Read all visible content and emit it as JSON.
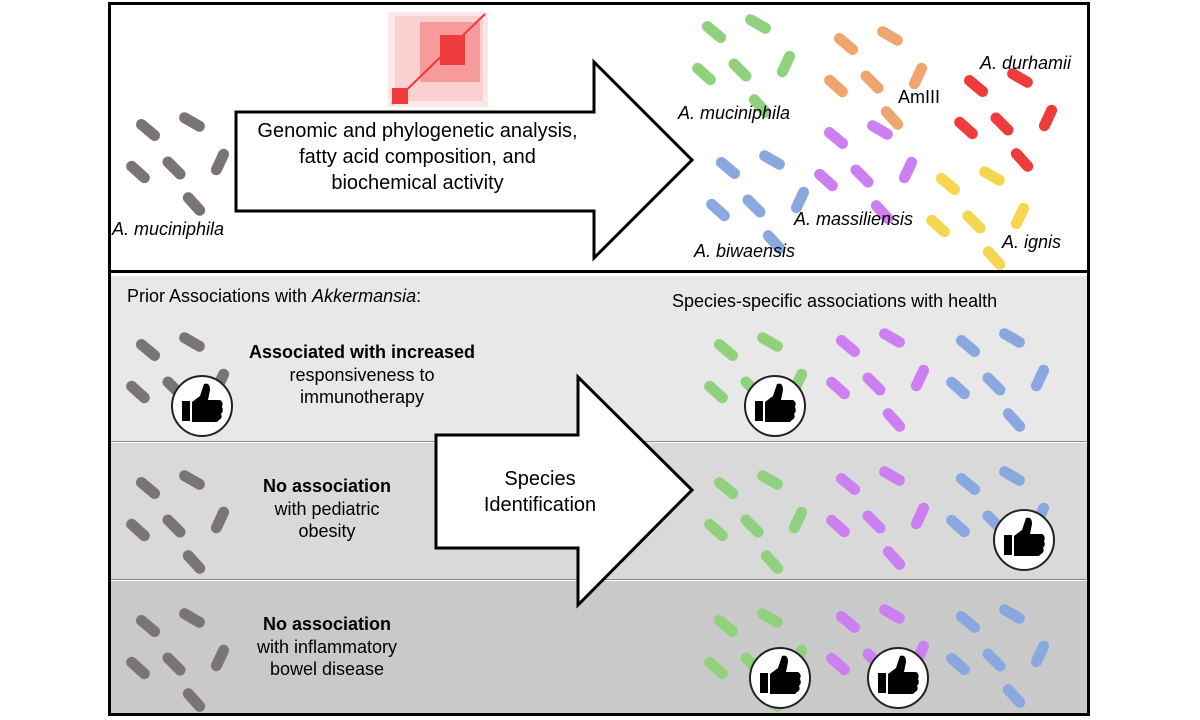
{
  "top": {
    "source_label": "A. muciniphila",
    "arrow_text_line1": "Genomic and phylogenetic analysis,",
    "arrow_text_line2": "fatty acid composition, and",
    "arrow_text_line3": "biochemical activity",
    "species": [
      {
        "label": "A. muciniphila",
        "italic": true,
        "color": "#8fd17d"
      },
      {
        "label": "AmIII",
        "italic": false,
        "color": "#f0a46e"
      },
      {
        "label": "A. durhamii",
        "italic": true,
        "color": "#ee3b3b"
      },
      {
        "label": "A. biwaensis",
        "italic": true,
        "color": "#8aa8e0"
      },
      {
        "label": "A. massiliensis",
        "italic": true,
        "color": "#cc7ff0"
      },
      {
        "label": "A. ignis",
        "italic": true,
        "color": "#f6d550"
      }
    ]
  },
  "bottom": {
    "left_header_prefix": "Prior Associations with ",
    "left_header_genus": "Akkermansia",
    "left_header_suffix": ":",
    "right_header": "Species-specific associations with health",
    "arrow_line1": "Species",
    "arrow_line2": "Identification",
    "rows": [
      {
        "bold": "Associated with increased",
        "line2": "responsiveness to",
        "line3": "immunotherapy"
      },
      {
        "bold": "No association",
        "line2": "with pediatric",
        "line3": "obesity"
      },
      {
        "bold": "No association",
        "line2": "with inflammatory",
        "line3": "bowel disease"
      }
    ]
  },
  "colors": {
    "gray_bacteria": "#7a7474",
    "green": "#8fd17d",
    "purple": "#cc7ff0",
    "blue": "#8aa8e0",
    "heatmap": "#ee3b3b"
  },
  "icons": [
    "thumbs-up-icon",
    "heatmap-icon",
    "bacteria-cluster-icon",
    "right-arrow-icon"
  ]
}
